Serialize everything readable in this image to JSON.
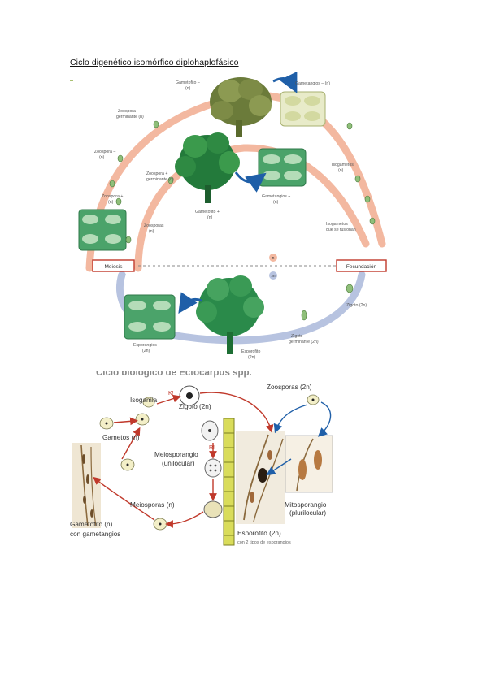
{
  "doc": {
    "title": "Ciclo digenético isomórfico diplohaplofásico"
  },
  "fig1": {
    "gametofito_minus": [
      "Gametofito –",
      "(n)"
    ],
    "gametangios_minus": "Gametangios – (n)",
    "zoospora_germinante_minus": [
      "Zoospora –",
      "germinante (n)"
    ],
    "zoospora_minus": [
      "Zoospora –",
      "(n)"
    ],
    "zoospora_germinante_plus": [
      "Zoospora +",
      "germinante (n)"
    ],
    "zoospora_plus": [
      "Zoospora +",
      "(n)"
    ],
    "zoosporas": [
      "Zoosporas",
      "(n)"
    ],
    "gametofito_plus": [
      "Gametofito +",
      "(n)"
    ],
    "gametangios_plus": [
      "Gametangios +",
      "(n)"
    ],
    "isogametos": [
      "Isogametos",
      "(n)"
    ],
    "isogametos_fusionan": [
      "Isogametos",
      "que se fusionan"
    ],
    "meiosis": "Meiosis",
    "fecundacion": "Fecundación",
    "n_marker": "n",
    "twon_marker": "2n",
    "zigoto": "Zigoto (2n)",
    "esporangios": [
      "Esporangios",
      "(2n)"
    ],
    "esporofito": [
      "Esporofito",
      "(2n)"
    ],
    "zigoto_germinante": [
      "Zigoto",
      "germinante (2n)"
    ]
  },
  "fig2": {
    "heading": "Ciclo biológico de Ectocarpus spp.",
    "isogamia": "Isogamia",
    "k": "K!",
    "zigoto": "Zigoto (2n)",
    "zoosporas": "Zoosporas (2n)",
    "gametos": "Gametos (n)",
    "meiosporangio": [
      "Meiosporangio",
      "(unilocular)"
    ],
    "ri": "R!",
    "meiosporas": "Meiosporas (n)",
    "gametofito": [
      "Gametofito (n)",
      "con gametangios"
    ],
    "esporofito": "Esporofito (2n)",
    "esporofito_sub": "con 2 tipos de esporangios",
    "mitosporangio": [
      "Mitosporangio",
      "(plurilocular)"
    ]
  }
}
